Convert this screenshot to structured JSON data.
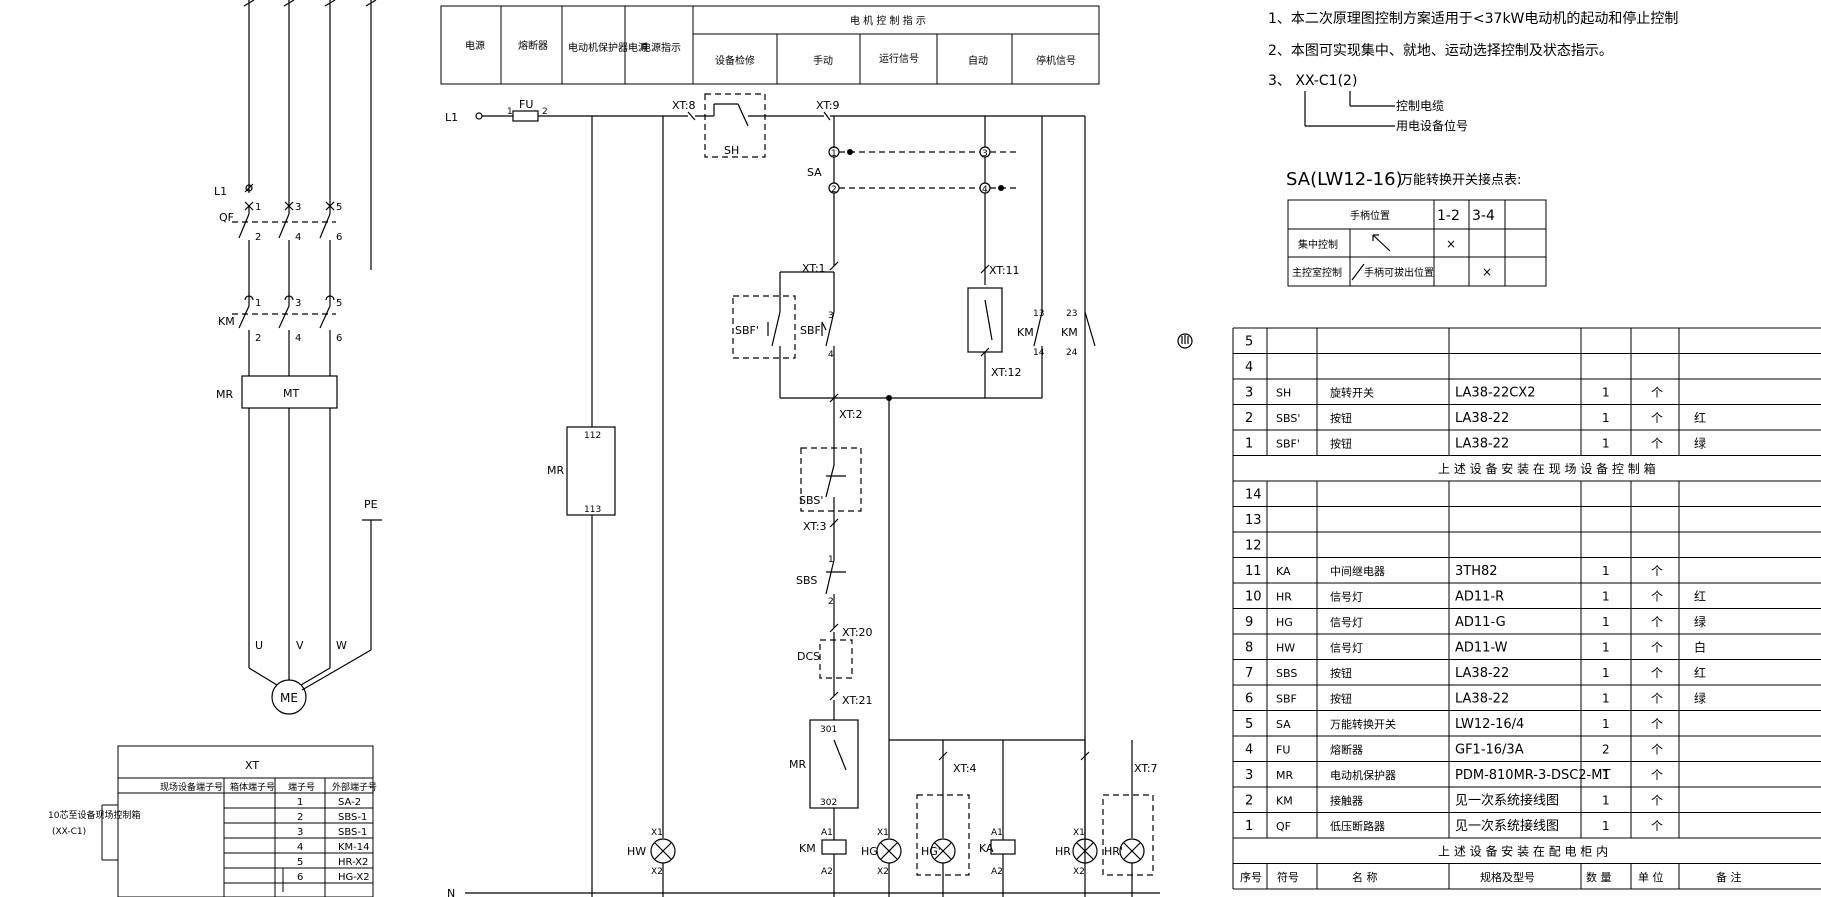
{
  "circuit": {
    "l1": "L1",
    "qf": "QF",
    "km": "KM",
    "mr": "MR",
    "mt": "MT",
    "me": "ME",
    "pe": "PE",
    "u": "U",
    "v": "V",
    "w": "W",
    "qf_nums": [
      "1",
      "3",
      "5",
      "2",
      "4",
      "6"
    ],
    "km_nums": [
      "1",
      "3",
      "5",
      "2",
      "4",
      "6"
    ],
    "l1_ctrl": "L1",
    "n_ctrl": "N",
    "fu": "FU",
    "fu_1": "1",
    "fu_2": "2",
    "sh": "SH",
    "sa": "SA",
    "xt": {
      "xt8": "XT:8",
      "xt9": "XT:9",
      "xt1": "XT:1",
      "xt11": "XT:11",
      "xt12": "XT:12",
      "xt2": "XT:2",
      "xt3": "XT:3",
      "xt20": "XT:20",
      "xt21": "XT:21",
      "xt4": "XT:4",
      "xt7": "XT:7"
    },
    "sa_c1": "1",
    "sa_c2": "2",
    "sa_c3": "3",
    "sa_c4": "4",
    "sbf_p": "SBF'",
    "sbf": "SBF",
    "sbs_p": "SBS'",
    "sbs": "SBS",
    "dcs": "DCS",
    "km_aux": "KM",
    "km_aux2": "KM",
    "n13": "13",
    "n14": "14",
    "n23": "23",
    "n24": "24",
    "n3": "3",
    "n4": "4",
    "n1": "1",
    "n2": "2",
    "mr_ctrl": "MR",
    "n112": "112",
    "n113": "113",
    "mr_ctrl2": "MR",
    "n301": "301",
    "n302": "302",
    "hw": "HW",
    "hg": "HG",
    "hg_p": "HG'",
    "hr": "HR",
    "hr_p": "HR'",
    "km_coil": "KM",
    "ka_coil": "KA",
    "x1": "X1",
    "x2": "X2",
    "a1": "A1",
    "a2": "A2"
  },
  "header": {
    "cols": [
      "电源",
      "熔断器",
      "电动机保护器电源",
      "电源指示"
    ],
    "group": "电 机 控 制 指 示",
    "subcols": [
      "设备检修",
      "手动",
      "运行信号",
      "自动",
      "停机信号"
    ]
  },
  "notes": {
    "n1": "1、本二次原理图控制方案适用于<37kW电动机的起动和停止控制",
    "n2": "2、本图可实现集中、就地、运动选择控制及状态指示。",
    "n3": "3、 XX-C1(2)",
    "n3a": "控制电缆",
    "n3b": "用电设备位号"
  },
  "sa_table": {
    "title": "SA(LW12-16)",
    "title_cn": "万能转换开关接点表:",
    "head": [
      "手柄位置",
      "1-2",
      "3-4"
    ],
    "rows": [
      {
        "name": "集中控制",
        "pos": "",
        "c12": "×",
        "c34": ""
      },
      {
        "name": "主控室控制",
        "pos": "手柄可拔出位置",
        "c12": "",
        "c34": "×"
      }
    ]
  },
  "xt_table": {
    "title": "XT",
    "head": [
      "现场设备端子号",
      "箱体端子号",
      "端子号",
      "外部端子号"
    ],
    "side": "10芯至设备现场控制箱",
    "side2": "(XX-C1)",
    "rows": [
      {
        "n": "1",
        "e": "SA-2"
      },
      {
        "n": "2",
        "e": "SBS-1"
      },
      {
        "n": "3",
        "e": "SBS-1"
      },
      {
        "n": "4",
        "e": "KM-14"
      },
      {
        "n": "5",
        "e": "HR-X2"
      },
      {
        "n": "6",
        "e": "HG-X2"
      }
    ]
  },
  "bom": {
    "top_rows": [
      {
        "no": "5",
        "sym": "",
        "name": "",
        "model": "",
        "qty": "",
        "unit": "",
        "note": ""
      },
      {
        "no": "4",
        "sym": "",
        "name": "",
        "model": "",
        "qty": "",
        "unit": "",
        "note": ""
      },
      {
        "no": "3",
        "sym": "SH",
        "name": "旋转开关",
        "model": "LA38-22CX2",
        "qty": "1",
        "unit": "个",
        "note": ""
      },
      {
        "no": "2",
        "sym": "SBS'",
        "name": "按钮",
        "model": "LA38-22",
        "qty": "1",
        "unit": "个",
        "note": "红"
      },
      {
        "no": "1",
        "sym": "SBF'",
        "name": "按钮",
        "model": "LA38-22",
        "qty": "1",
        "unit": "个",
        "note": "绿"
      }
    ],
    "caption1": "上 述 设 备 安 装 在 现 场 设 备 控 制 箱",
    "bottom_rows": [
      {
        "no": "14",
        "sym": "",
        "name": "",
        "model": "",
        "qty": "",
        "unit": "",
        "note": ""
      },
      {
        "no": "13",
        "sym": "",
        "name": "",
        "model": "",
        "qty": "",
        "unit": "",
        "note": ""
      },
      {
        "no": "12",
        "sym": "",
        "name": "",
        "model": "",
        "qty": "",
        "unit": "",
        "note": ""
      },
      {
        "no": "11",
        "sym": "KA",
        "name": "中间继电器",
        "model": "3TH82",
        "qty": "1",
        "unit": "个",
        "note": ""
      },
      {
        "no": "10",
        "sym": "HR",
        "name": "信号灯",
        "model": "AD11-R",
        "qty": "1",
        "unit": "个",
        "note": "红"
      },
      {
        "no": "9",
        "sym": "HG",
        "name": "信号灯",
        "model": "AD11-G",
        "qty": "1",
        "unit": "个",
        "note": "绿"
      },
      {
        "no": "8",
        "sym": "HW",
        "name": "信号灯",
        "model": "AD11-W",
        "qty": "1",
        "unit": "个",
        "note": "白"
      },
      {
        "no": "7",
        "sym": "SBS",
        "name": "按钮",
        "model": "LA38-22",
        "qty": "1",
        "unit": "个",
        "note": "红"
      },
      {
        "no": "6",
        "sym": "SBF",
        "name": "按钮",
        "model": "LA38-22",
        "qty": "1",
        "unit": "个",
        "note": "绿"
      },
      {
        "no": "5",
        "sym": "SA",
        "name": "万能转换开关",
        "model": "LW12-16/4",
        "qty": "1",
        "unit": "个",
        "note": ""
      },
      {
        "no": "4",
        "sym": "FU",
        "name": "熔断器",
        "model": "GF1-16/3A",
        "qty": "2",
        "unit": "个",
        "note": ""
      },
      {
        "no": "3",
        "sym": "MR",
        "name": "电动机保护器",
        "model": "PDM-810MR-3-DSC2-MT",
        "qty": "1",
        "unit": "个",
        "note": ""
      },
      {
        "no": "2",
        "sym": "KM",
        "name": "接触器",
        "model": "见一次系统接线图",
        "qty": "1",
        "unit": "个",
        "note": ""
      },
      {
        "no": "1",
        "sym": "QF",
        "name": "低压断路器",
        "model": "见一次系统接线图",
        "qty": "1",
        "unit": "个",
        "note": ""
      }
    ],
    "caption2": "上 述 设 备 安 装 在 配 电 柜 内",
    "head": [
      "序号",
      "符号",
      "名  称",
      "规格及型号",
      "数 量",
      "单 位",
      "备  注"
    ]
  }
}
